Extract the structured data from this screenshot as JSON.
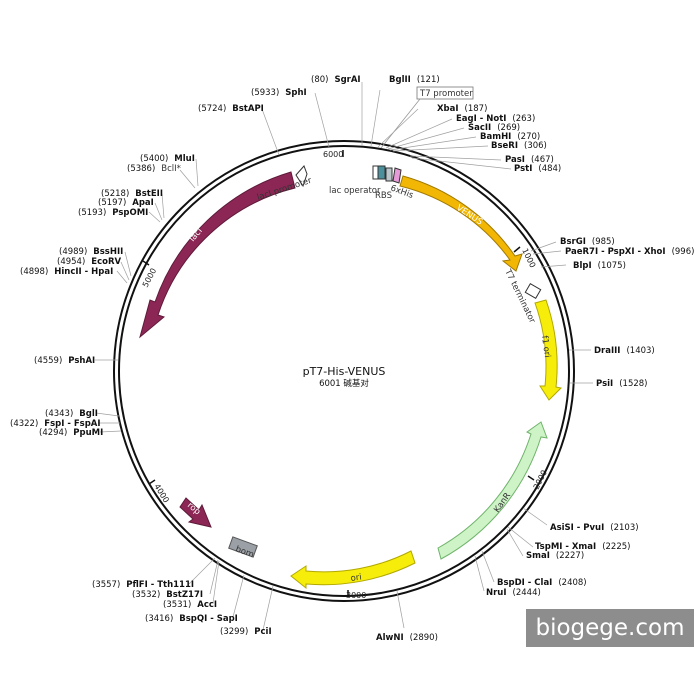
{
  "title": "pT7-His-VENUS",
  "subtitle": "6001 碱基对",
  "watermark": "biogege.com",
  "total_bp": 6001,
  "ticks": [
    "1000",
    "2000",
    "3000",
    "4000",
    "5000",
    "6000"
  ],
  "promoter_box_label": "T7 promoter",
  "sites": [
    {
      "name": "SgrAI",
      "pos": "(80)"
    },
    {
      "name": "BglII",
      "pos": "(121)"
    },
    {
      "name": "XbaI",
      "pos": "(187)"
    },
    {
      "name": "EagI - NotI",
      "pos": "(263)"
    },
    {
      "name": "SacII",
      "pos": "(269)"
    },
    {
      "name": "BamHI",
      "pos": "(270)"
    },
    {
      "name": "BseRI",
      "pos": "(306)"
    },
    {
      "name": "PasI",
      "pos": "(467)"
    },
    {
      "name": "PstI",
      "pos": "(484)"
    },
    {
      "name": "BsrGI",
      "pos": "(985)"
    },
    {
      "name": "PaeR7I - PspXI - XhoI",
      "pos": "(996)"
    },
    {
      "name": "BlpI",
      "pos": "(1075)"
    },
    {
      "name": "DraIII",
      "pos": "(1403)"
    },
    {
      "name": "PsiI",
      "pos": "(1528)"
    },
    {
      "name": "AsiSI - PvuI",
      "pos": "(2103)"
    },
    {
      "name": "TspMI - XmaI",
      "pos": "(2225)"
    },
    {
      "name": "SmaI",
      "pos": "(2227)"
    },
    {
      "name": "BspDI - ClaI",
      "pos": "(2408)"
    },
    {
      "name": "NruI",
      "pos": "(2444)"
    },
    {
      "name": "AlwNI",
      "pos": "(2890)"
    },
    {
      "name": "PciI",
      "pos": "(3299)"
    },
    {
      "name": "BspQI - SapI",
      "pos": "(3416)"
    },
    {
      "name": "AccI",
      "pos": "(3531)"
    },
    {
      "name": "BstZ17I",
      "pos": "(3532)"
    },
    {
      "name": "PflFI - Tth111I",
      "pos": "(3557)"
    },
    {
      "name": "PpuMI",
      "pos": "(4294)"
    },
    {
      "name": "FspI - FspAI",
      "pos": "(4322)"
    },
    {
      "name": "BglI",
      "pos": "(4343)"
    },
    {
      "name": "PshAI",
      "pos": "(4559)"
    },
    {
      "name": "HincII - HpaI",
      "pos": "(4898)"
    },
    {
      "name": "EcoRV",
      "pos": "(4954)"
    },
    {
      "name": "BssHII",
      "pos": "(4989)"
    },
    {
      "name": "PspOMI",
      "pos": "(5193)"
    },
    {
      "name": "ApaI",
      "pos": "(5197)"
    },
    {
      "name": "BstEII",
      "pos": "(5218)"
    },
    {
      "name": "BclI*",
      "pos": "(5386)"
    },
    {
      "name": "MluI",
      "pos": "(5400)"
    },
    {
      "name": "BstAPI",
      "pos": "(5724)"
    },
    {
      "name": "SphI",
      "pos": "(5933)"
    }
  ],
  "features": [
    {
      "name": "VENUS",
      "color": "#f2b705"
    },
    {
      "name": "f1 ori",
      "color": "#f6ee0a"
    },
    {
      "name": "KanR",
      "color": "#cdf3c6"
    },
    {
      "name": "ori",
      "color": "#f6ee0a"
    },
    {
      "name": "lacI",
      "color": "#8c2755"
    },
    {
      "name": "rop",
      "color": "#8c2755"
    },
    {
      "name": "bom",
      "color": "#9aa0a6"
    },
    {
      "name": "lacI promoter",
      "color": "#ffffff"
    },
    {
      "name": "lac operator",
      "color": "#ffffff"
    },
    {
      "name": "RBS",
      "color": "#4a8f9b"
    },
    {
      "name": "6xHis",
      "color": "#e69ad8"
    },
    {
      "name": "T7 terminator",
      "color": "#ffffff"
    }
  ]
}
